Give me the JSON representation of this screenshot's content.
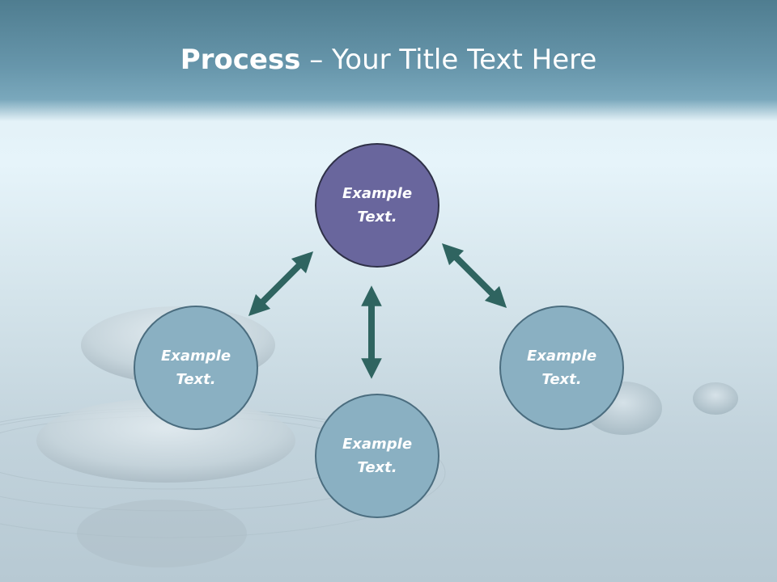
{
  "slide": {
    "title_bold": "Process",
    "title_rest": " – Your Title Text Here"
  },
  "nodes": {
    "top": "Example Text.",
    "left": "Example Text.",
    "right": "Example Text.",
    "bottom": "Example Text."
  },
  "colors": {
    "header": "#5f8ea3",
    "top_node": "#69669d",
    "node": "#8ab0c2",
    "arrow": "#2f6460"
  }
}
